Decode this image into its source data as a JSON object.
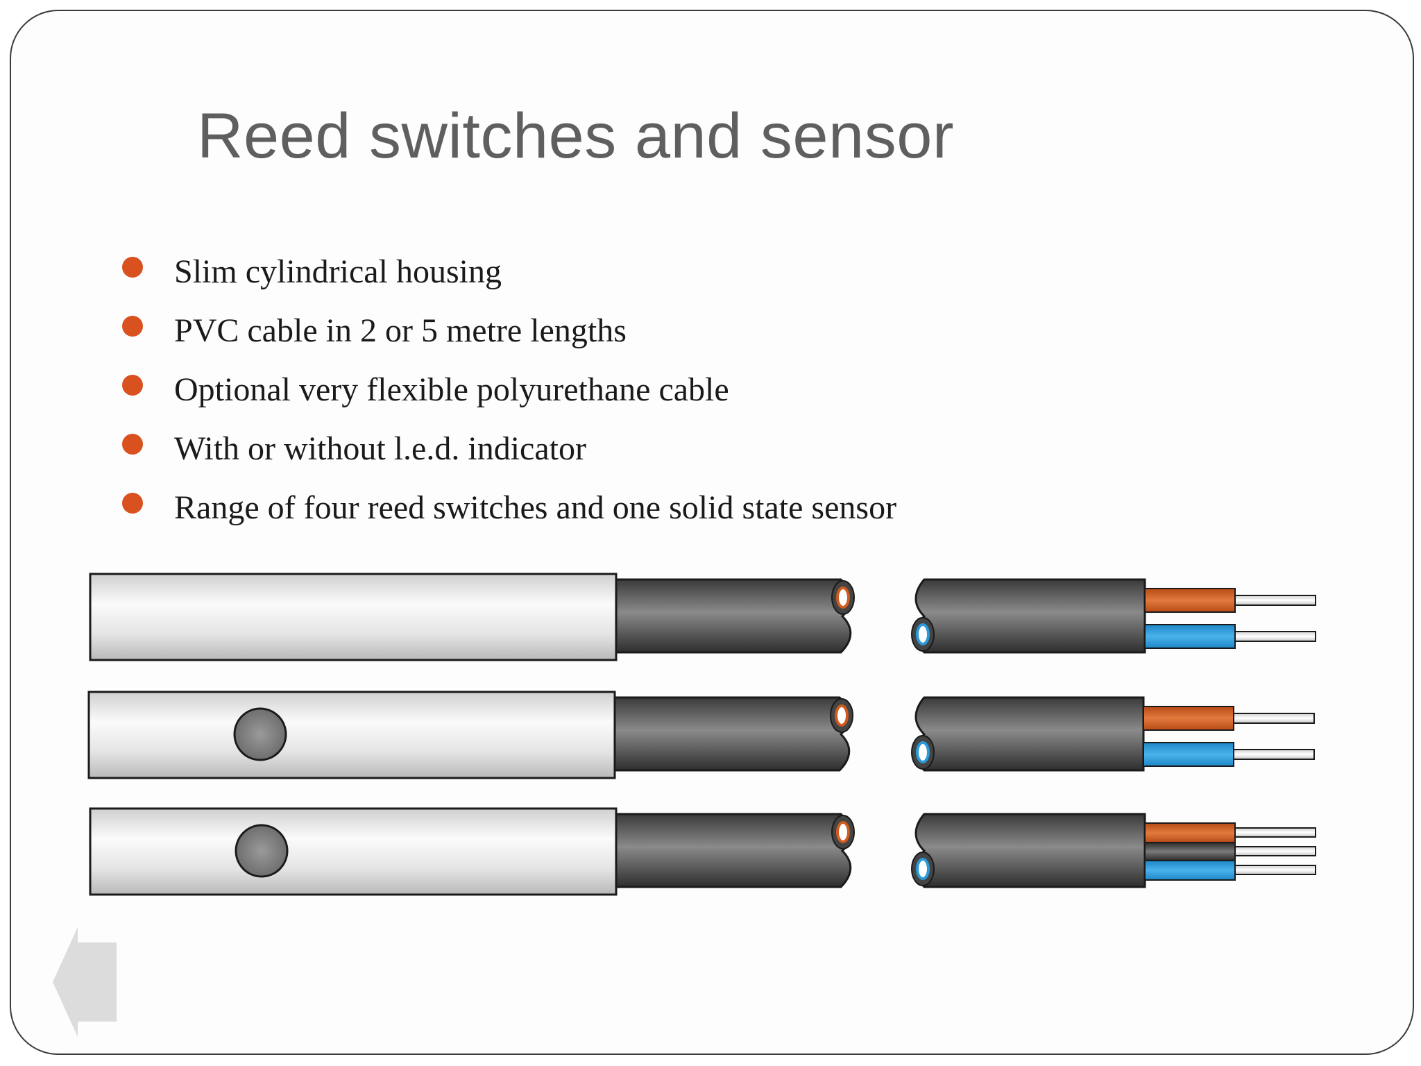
{
  "slide": {
    "title": "Reed switches and sensor",
    "bullets": [
      "Slim cylindrical housing",
      "PVC cable in 2 or 5 metre lengths",
      "Optional very flexible polyurethane cable",
      "With or without l.e.d. indicator",
      "Range of four reed switches and one solid state sensor"
    ]
  },
  "colors": {
    "bullet": "#d9511f",
    "title": "#5f5f5f",
    "wire_brown": "#cf5a20",
    "wire_blue": "#2a9ad8",
    "cable": "#4a4a4a",
    "housing": "#e8e8e8"
  },
  "diagram": {
    "sensors": [
      {
        "led": false,
        "wires": [
          "brown",
          "blue"
        ]
      },
      {
        "led": true,
        "wires": [
          "brown",
          "blue"
        ]
      },
      {
        "led": true,
        "wires": [
          "brown",
          "black",
          "blue"
        ]
      }
    ]
  },
  "navigation": {
    "back_icon": "back-arrow-icon"
  }
}
